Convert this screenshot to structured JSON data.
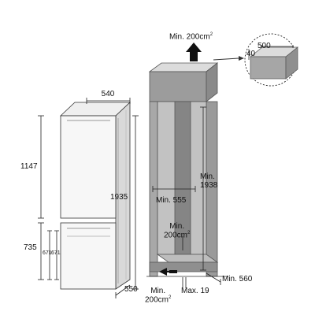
{
  "fridge": {
    "width": "540",
    "total_height": "1935",
    "upper_height": "1147",
    "lower_height": "735",
    "door_left": "671",
    "door_right": "671",
    "depth": "550"
  },
  "cabinet": {
    "top_vent_line1": "Min. 200cm",
    "top_vent_sup": "2",
    "inner_width": "Min. 555",
    "inner_height_line1": "Min.",
    "inner_height_line2": "1938",
    "back_vent_line1": "Min.",
    "back_vent_line2": "200cm",
    "back_vent_sup": "2",
    "bottom_vent_line1": "Min.",
    "bottom_vent_line2": "200cm",
    "bottom_vent_sup": "2",
    "gap": "Max. 19",
    "depth": "Min. 560"
  },
  "detail": {
    "width": "500",
    "depth": "40"
  }
}
